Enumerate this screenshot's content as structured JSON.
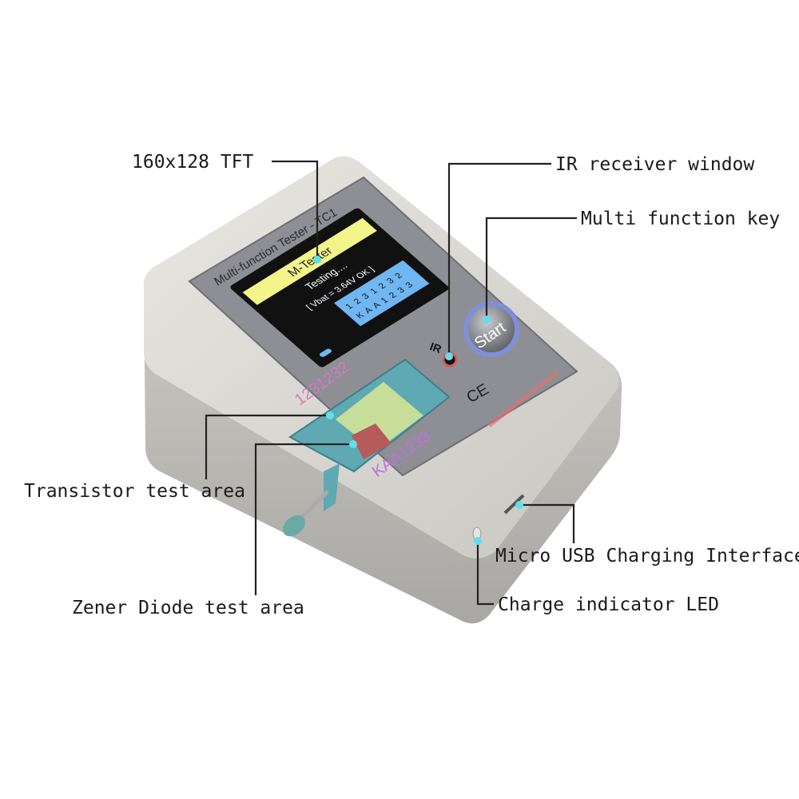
{
  "device": {
    "panel_title": "Multi-function Tester - TC1",
    "screen": {
      "header": "M-Tester",
      "status": "Testing....",
      "battery": "[ Vbat = 3.64V  OK ]",
      "pins_top": [
        "1",
        "2",
        "3",
        "1",
        "2",
        "3",
        "2"
      ],
      "pins_bottom": [
        "K",
        "A",
        "A",
        "1",
        "2",
        "3",
        "3"
      ]
    },
    "start_button": "Start",
    "ir_label": "IR",
    "socket_top_label": "1231232",
    "socket_bottom_label": "KAA1233",
    "ce_mark": "CE",
    "accent_dot": "#5fe0e8",
    "screen_header_color": "#f3f48a",
    "pin_box_color": "#6fb6f2"
  },
  "callouts": {
    "tft": "160x128 TFT",
    "ir": "IR receiver window",
    "key": "Multi function key",
    "transistor": "Transistor test area",
    "zener": "Zener Diode test area",
    "usb": "Micro USB Charging Interface",
    "led": "Charge indicator LED"
  }
}
